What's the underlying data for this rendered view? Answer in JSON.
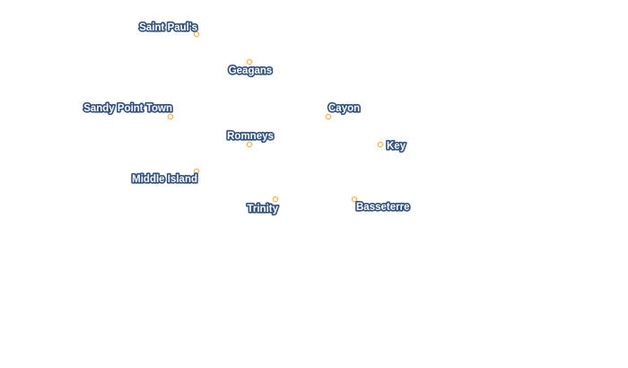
{
  "map": {
    "places": [
      {
        "name": "Saint Paul's"
      },
      {
        "name": "Geagans"
      },
      {
        "name": "Sandy Point Town"
      },
      {
        "name": "Cayon"
      },
      {
        "name": "Romneys"
      },
      {
        "name": "Key"
      },
      {
        "name": "Middle Island"
      },
      {
        "name": "Trinity"
      },
      {
        "name": "Basseterre"
      }
    ],
    "colors": {
      "label_fill": "#ffffff",
      "label_outline": "#2f4f7f",
      "marker_outline": "#f0b44a",
      "background": "#ffffff"
    }
  }
}
